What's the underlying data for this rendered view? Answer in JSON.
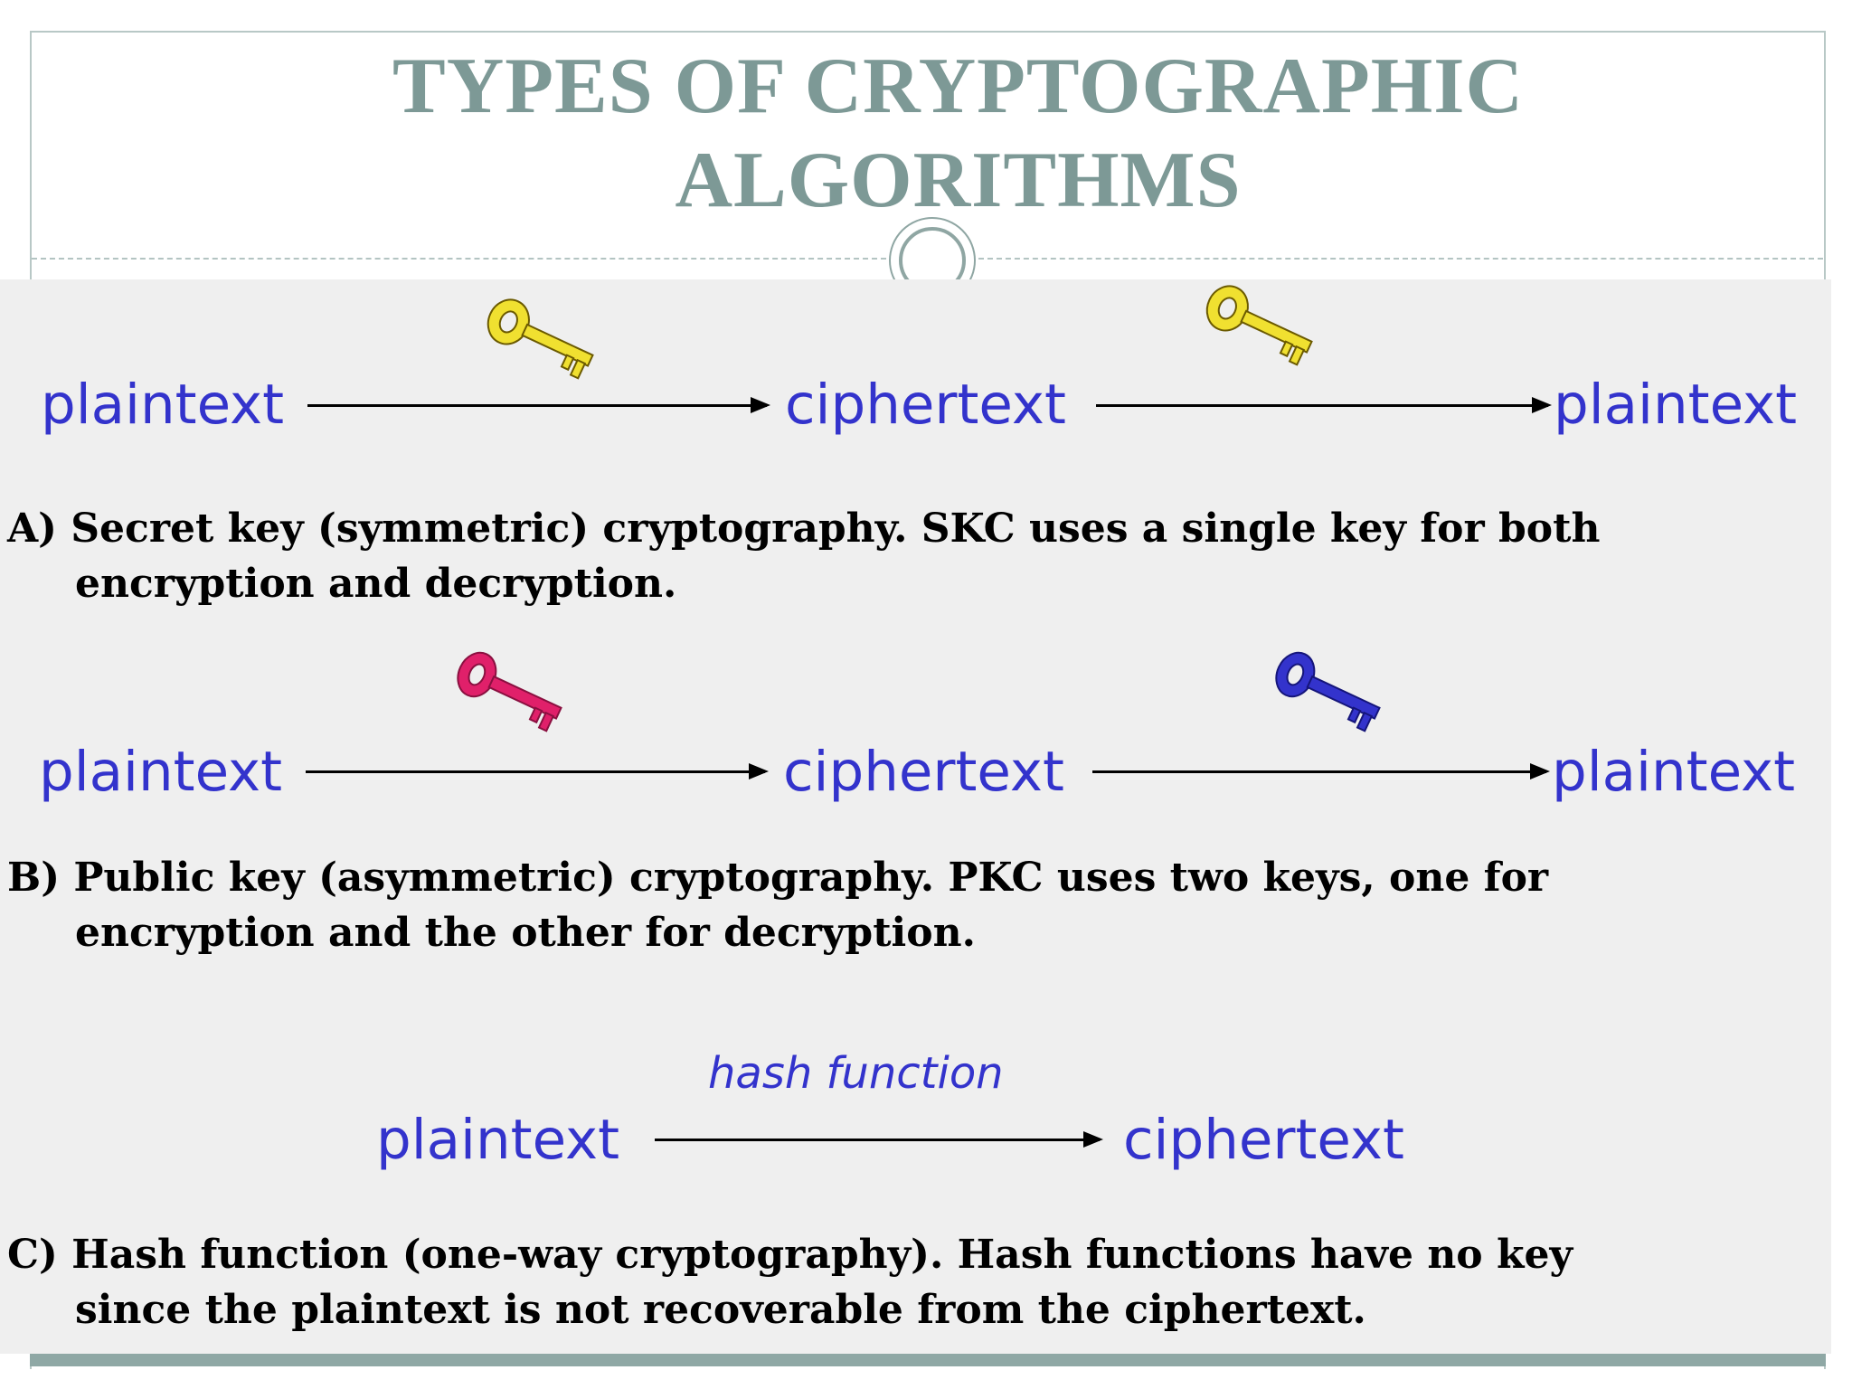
{
  "title": {
    "line1": "TYPES OF CRYPTOGRAPHIC",
    "line2": "ALGORITHMS"
  },
  "colors": {
    "title": "#7d9996",
    "label": "#3333cc",
    "panel": "#efefef",
    "key_secret": "#f0e030",
    "key_private": "#e0206a",
    "key_public": "#3333cc"
  },
  "diagram_a": {
    "from": "plaintext",
    "mid": "ciphertext",
    "to": "plaintext",
    "keys": [
      "gold-key-icon",
      "gold-key-icon"
    ],
    "caption_line1": "A) Secret key (symmetric) cryptography. SKC uses a single key for both",
    "caption_line2": "encryption and decryption."
  },
  "diagram_b": {
    "from": "plaintext",
    "mid": "ciphertext",
    "to": "plaintext",
    "keys": [
      "pink-key-icon",
      "blue-key-icon"
    ],
    "caption_line1": "B) Public key (asymmetric) cryptography. PKC uses two keys, one for",
    "caption_line2": "encryption and the other for decryption."
  },
  "diagram_c": {
    "from": "plaintext",
    "to": "ciphertext",
    "arrow_label": "hash function",
    "caption_line1": "C) Hash function (one-way cryptography). Hash functions have no key",
    "caption_line2": "since the plaintext is not recoverable from the ciphertext."
  }
}
